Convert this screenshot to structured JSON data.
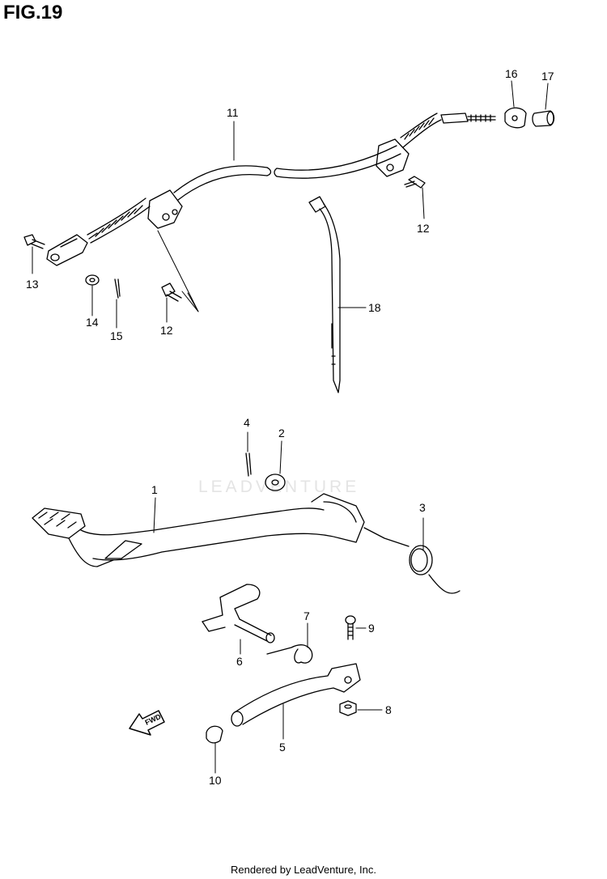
{
  "figure": {
    "title": "FIG.19"
  },
  "watermark": {
    "text": "LEADVENTURE"
  },
  "callouts": [
    "11",
    "16",
    "17",
    "12",
    "13",
    "14",
    "15",
    "12",
    "18",
    "4",
    "2",
    "1",
    "3",
    "9",
    "7",
    "6",
    "8",
    "5",
    "10"
  ],
  "footer": {
    "text": "Rendered by LeadVenture, Inc."
  },
  "icons": {
    "forward_arrow": "fwd-arrow-icon",
    "forward_label": "FWD"
  }
}
